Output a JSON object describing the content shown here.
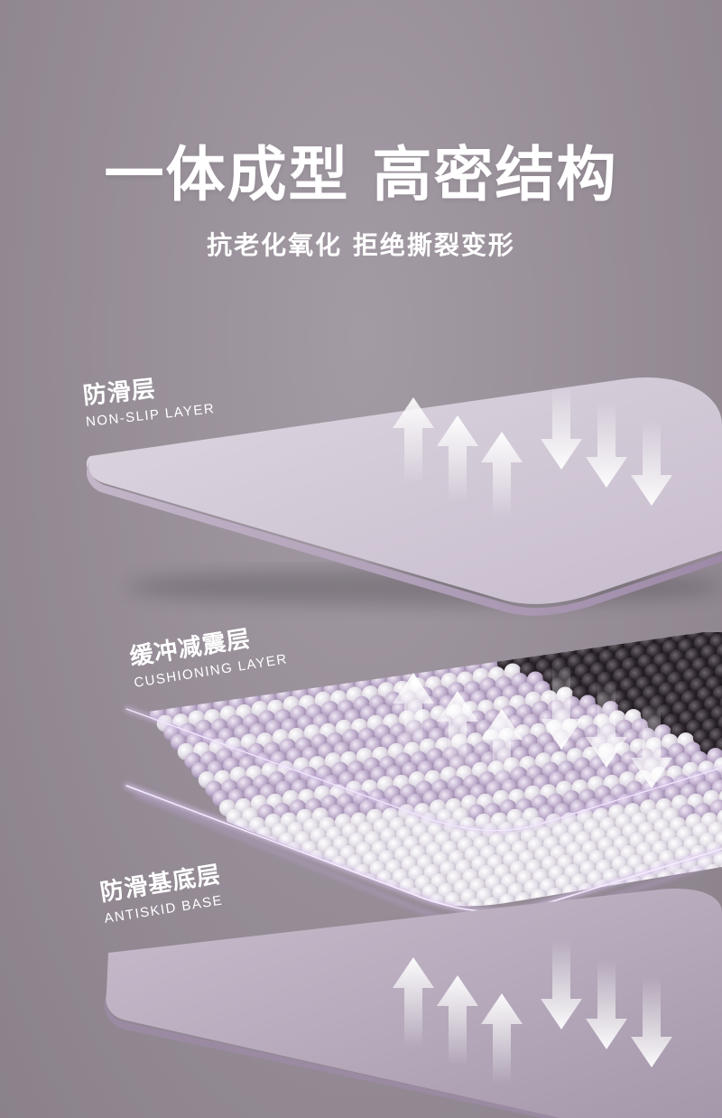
{
  "headline": {
    "title": "一体成型 高密结构",
    "subtitle": "抗老化氧化  拒绝撕裂变形"
  },
  "layers": [
    {
      "name_cn": "防滑层",
      "name_en": "NON-SLIP LAYER"
    },
    {
      "name_cn": "缓冲减震层",
      "name_en": "CUSHIONING LAYER"
    },
    {
      "name_cn": "防滑基底层",
      "name_en": "ANTISKID BASE"
    }
  ],
  "colors": {
    "background": "#978e98",
    "plate_top": "#d9d1dc",
    "plate_edge": "#a995b1",
    "bead_light": "#e6e2ea",
    "bead_purple": "#b7a7c4",
    "bead_dark": "#2c262c",
    "glow": "#c5a8e6",
    "text": "#ffffff"
  },
  "icons": [
    "arrow-up-icon",
    "arrow-down-icon"
  ]
}
